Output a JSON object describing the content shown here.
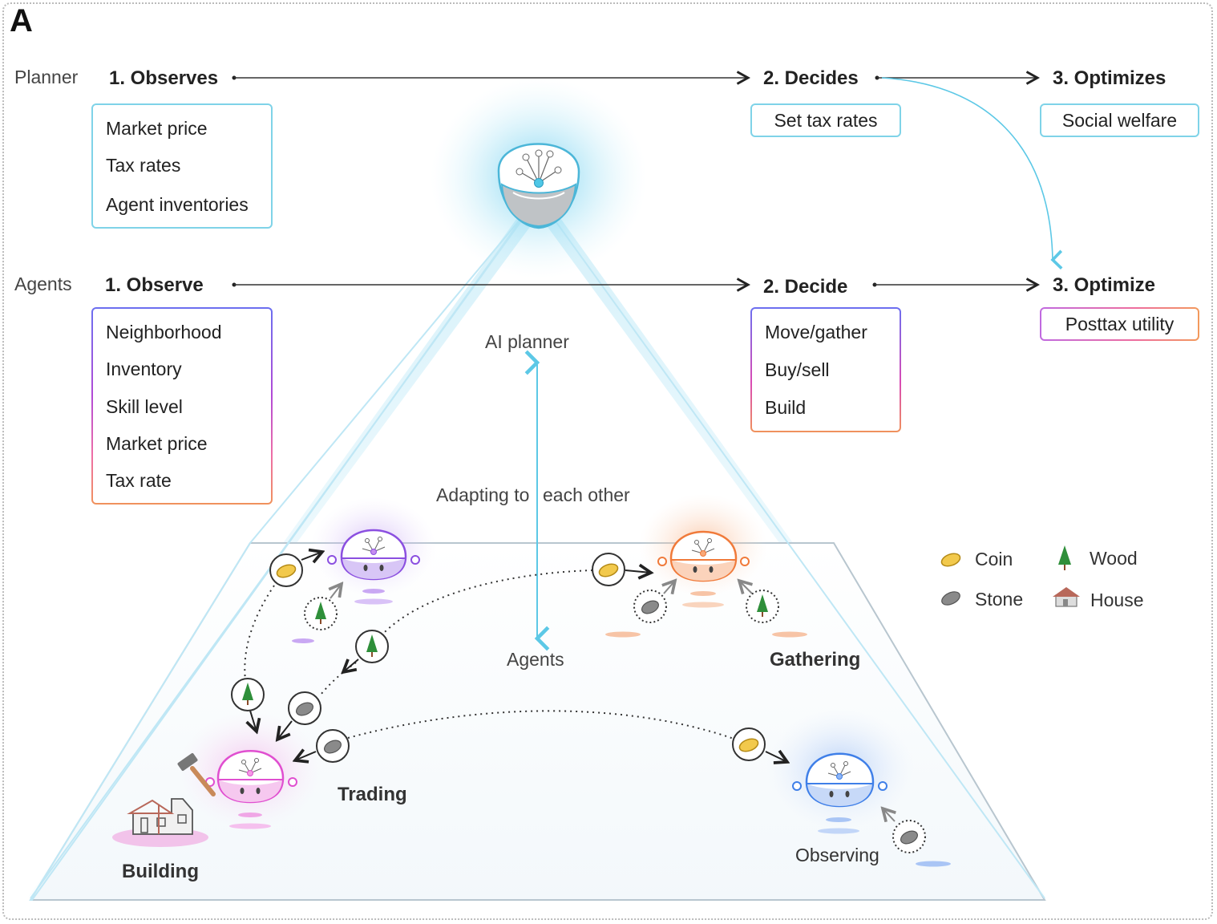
{
  "panel_letter": "A",
  "planner": {
    "row_label": "Planner",
    "observes": {
      "title": "1. Observes",
      "items": [
        "Market price",
        "Tax rates",
        "Agent inventories"
      ]
    },
    "decides": {
      "title": "2. Decides",
      "action": "Set tax rates"
    },
    "optimizes": {
      "title": "3. Optimizes",
      "objective": "Social welfare"
    }
  },
  "agents": {
    "row_label": "Agents",
    "observe": {
      "title": "1. Observe",
      "items": [
        "Neighborhood",
        "Inventory",
        "Skill level",
        "Market price",
        "Tax rate"
      ]
    },
    "decide": {
      "title": "2. Decide",
      "items": [
        "Move/gather",
        "Buy/sell",
        "Build"
      ]
    },
    "optimize": {
      "title": "3. Optimize",
      "objective": "Posttax utility"
    }
  },
  "scene": {
    "ai_planner": "AI planner",
    "adapting_left": "Adapting to",
    "adapting_right": "each other",
    "agents_label": "Agents",
    "activities": {
      "trading": "Trading",
      "gathering": "Gathering",
      "building": "Building",
      "observing": "Observing"
    }
  },
  "legend": {
    "coin": "Coin",
    "wood": "Wood",
    "stone": "Stone",
    "house": "House"
  },
  "colors": {
    "accent_cyan": "#5cc8e6",
    "agent_purple": "#8b4fe0",
    "agent_orange": "#f07a3a",
    "agent_magenta": "#e04fd0",
    "agent_blue": "#3f7fe8",
    "coin": "#f2c94c",
    "stone": "#8a8a8a",
    "wood": "#2f8f3a",
    "house": "#b8685a"
  }
}
